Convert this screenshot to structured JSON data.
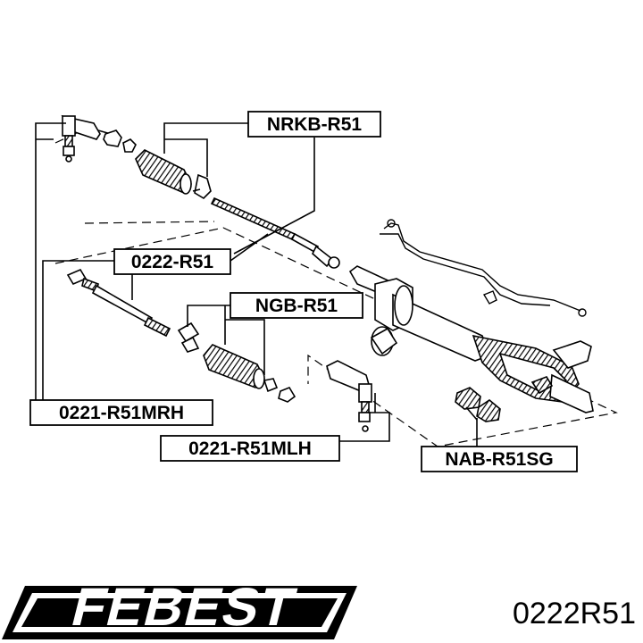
{
  "diagram": {
    "labels": {
      "boot_kit": "NRKB-R51",
      "inner_tie_rod": "0222-R51",
      "boot_clamp": "NGB-R51",
      "outer_tie_rod_rh": "0221-R51MRH",
      "outer_tie_rod_lh": "0221-R51MLH",
      "rack_bushing": "NAB-R51SG"
    }
  },
  "brand": {
    "logo_text": "FEBEST",
    "part_code": "0222R51"
  }
}
